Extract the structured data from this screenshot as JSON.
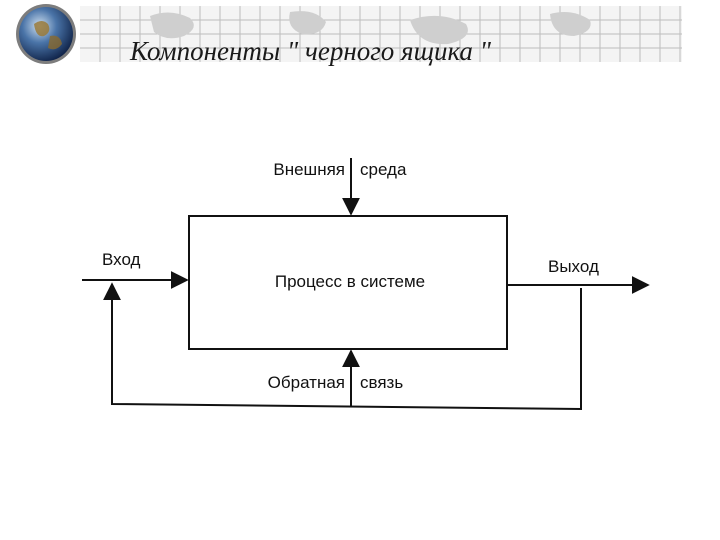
{
  "slide": {
    "title": "Компоненты \" черного ящика \""
  },
  "diagram": {
    "external_env_left": "Внешняя",
    "external_env_right": "среда",
    "input_label": "Вход",
    "process_label": "Процесс в системе",
    "output_label": "Выход",
    "feedback_left": "Обратная",
    "feedback_right": "связь"
  },
  "colors": {
    "line": "#111111",
    "grid": "#b9b9b9"
  },
  "icons": {
    "logo": "globe-icon"
  }
}
